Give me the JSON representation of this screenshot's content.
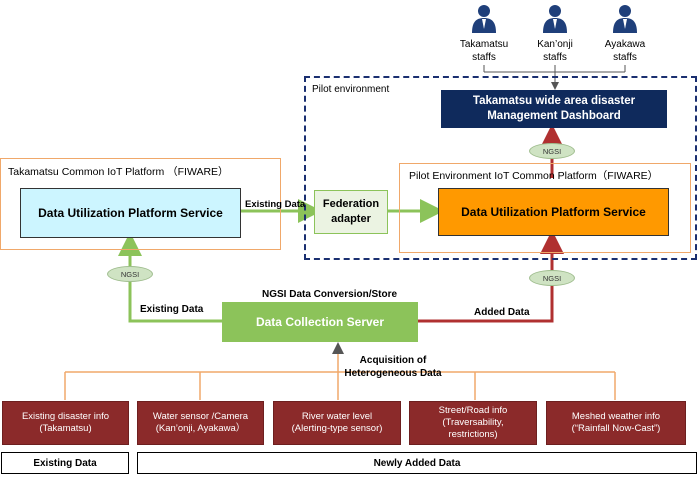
{
  "staffs": [
    {
      "name": "Takamatsu staffs",
      "icon": "person-icon"
    },
    {
      "name": "Kan’onji staffs",
      "icon": "person-icon"
    },
    {
      "name": "Ayakawa staffs",
      "icon": "person-icon"
    }
  ],
  "staff_lines": [
    "Takamatsu",
    "staffs",
    "Kan’onji",
    "staffs",
    "Ayakawa",
    "staffs"
  ],
  "pilot_env_label": "Pilot environment",
  "dashboard": {
    "line1": "Takamatsu wide area disaster",
    "line2": "Management Dashboard"
  },
  "ngsi_label": "NGSI",
  "takamatsu_platform": {
    "title": "Takamatsu Common IoT Platform （FIWARE）",
    "service": "Data Utilization Platform Service"
  },
  "pilot_platform": {
    "title": "Pilot Environment IoT Common Platform（FIWARE）",
    "service": "Data Utilization Platform Service"
  },
  "federation": {
    "line1": "Federation",
    "line2": "adapter"
  },
  "existing_data_label": "Existing Data",
  "existing_data_label2": "Existing Data",
  "added_data_label": "Added Data",
  "collection": {
    "caption": "NGSI Data Conversion/Store",
    "name": "Data Collection Server"
  },
  "acquisition": {
    "line1": "Acquisition of",
    "line2": "Heterogeneous Data"
  },
  "sources": [
    {
      "line1": "Existing disaster info",
      "line2": "(Takamatsu)",
      "line3": ""
    },
    {
      "line1": "Water sensor /Camera",
      "line2": "(Kan’onji, Ayakawa）",
      "line3": ""
    },
    {
      "line1": "River water level",
      "line2": "(Alerting-type sensor)",
      "line3": ""
    },
    {
      "line1": "Street/Road info",
      "line2": "(Traversability,",
      "line3": "restrictions)"
    },
    {
      "line1": "Meshed weather info",
      "line2": "(“Rainfall Now-Cast”)",
      "line3": ""
    }
  ],
  "categories": {
    "existing": "Existing Data",
    "new": "Newly Added Data"
  },
  "colors": {
    "dark_navy": "#0f2a5c",
    "orange": "#ff9900",
    "light_cyan": "#ccf5ff",
    "green": "#8cc35a",
    "dark_red": "#8b2a2a",
    "orange_line": "#f0a86a"
  }
}
